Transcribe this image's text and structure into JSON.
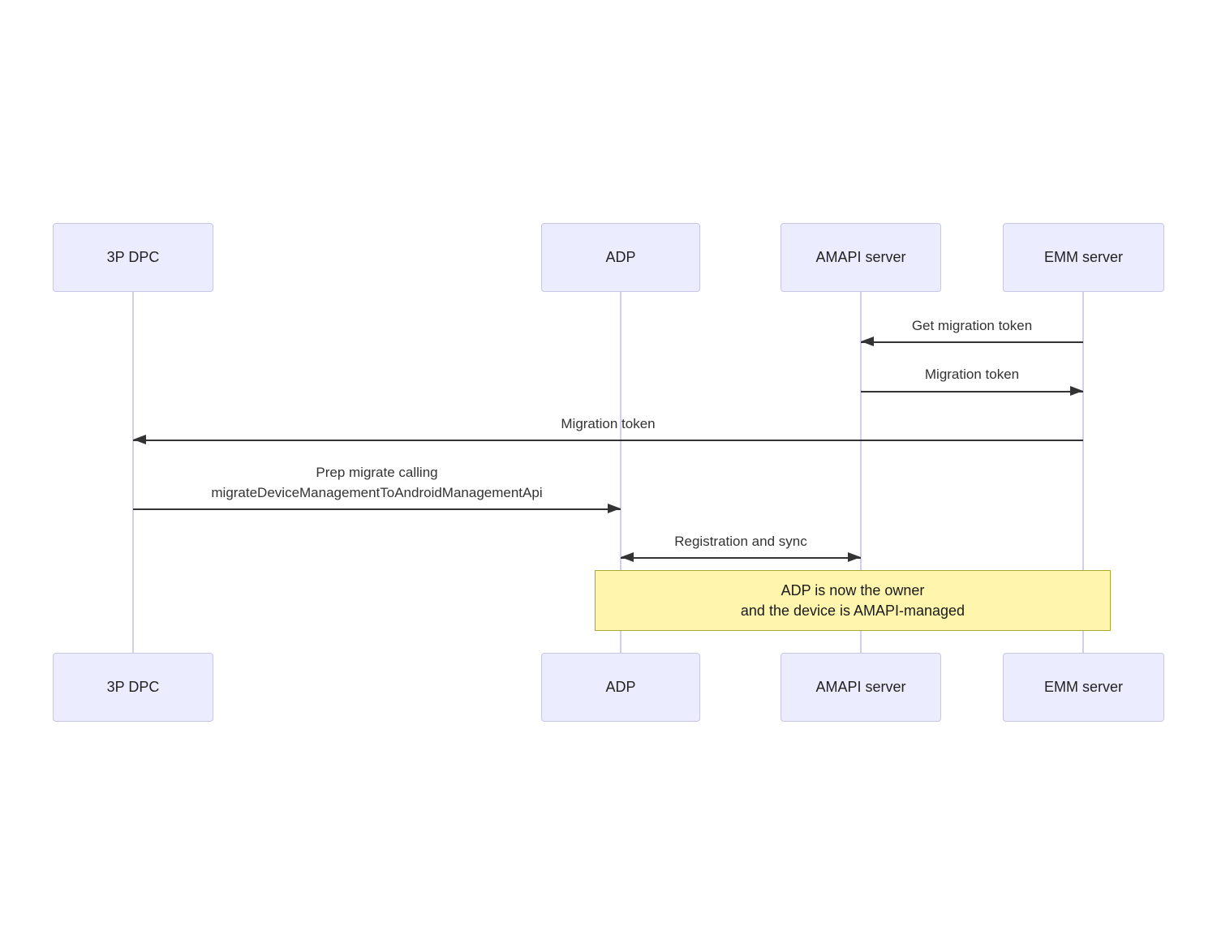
{
  "diagram": {
    "type": "sequence-diagram",
    "background": "#ffffff",
    "colors": {
      "actor_fill": "#ececff",
      "actor_border": "#c9c5e8",
      "lifeline": "#d5cdef",
      "arrow": "#333333",
      "message_text": "#333333",
      "note_fill": "#fff5ad",
      "note_border": "#aaaa33",
      "note_text": "#1a1a1a"
    },
    "actors": [
      {
        "id": "3p-dpc",
        "label": "3P DPC"
      },
      {
        "id": "adp",
        "label": "ADP"
      },
      {
        "id": "amapi-server",
        "label": "AMAPI server"
      },
      {
        "id": "emm-server",
        "label": "EMM server"
      }
    ],
    "messages": [
      {
        "label": "Get migration token",
        "from": "EMM server",
        "to": "AMAPI server",
        "direction": "left"
      },
      {
        "label": "Migration token",
        "from": "AMAPI server",
        "to": "EMM server",
        "direction": "right"
      },
      {
        "label": "Migration token",
        "from": "EMM server",
        "to": "3P DPC",
        "direction": "left"
      },
      {
        "line1": "Prep migrate calling",
        "line2": "migrateDeviceManagementToAndroidManagementApi",
        "from": "3P DPC",
        "to": "ADP",
        "direction": "right"
      },
      {
        "label": "Registration and sync",
        "from": "ADP",
        "to": "AMAPI server",
        "direction": "both"
      }
    ],
    "note": {
      "over": "ADP, EMM server",
      "line1": "ADP is now the owner",
      "line2": "and the device is AMAPI-managed"
    }
  }
}
